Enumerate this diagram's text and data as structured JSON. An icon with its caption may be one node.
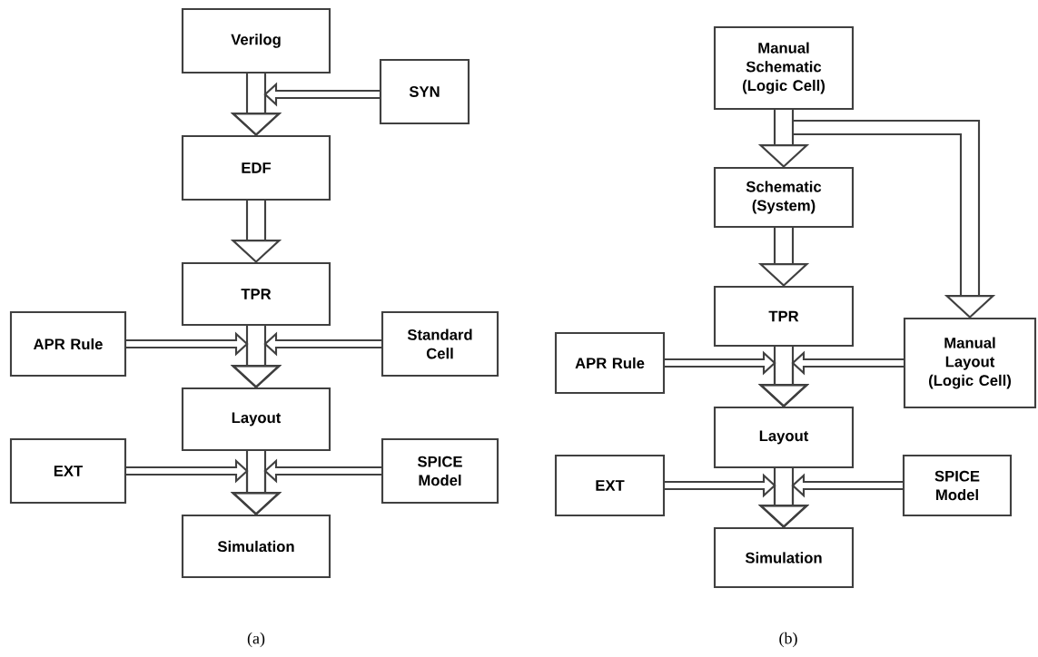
{
  "diagram": {
    "nodes": [
      {
        "text": [
          "Verilog"
        ]
      },
      {
        "text": [
          "SYN"
        ]
      },
      {
        "text": [
          "EDF"
        ]
      },
      {
        "text": [
          "TPR"
        ]
      },
      {
        "text": [
          "APR Rule"
        ]
      },
      {
        "text": [
          "Standard Cell"
        ]
      },
      {
        "text": [
          "Layout"
        ]
      },
      {
        "text": [
          "EXT"
        ]
      },
      {
        "text": [
          "SPICE Model"
        ]
      },
      {
        "text": [
          "Simulation"
        ]
      },
      {
        "text": [
          "Manual Schematic (Logic Cell)"
        ]
      },
      {
        "text": [
          "Schematic (System)"
        ]
      },
      {
        "text": [
          "TPR"
        ]
      },
      {
        "text": [
          "APR Rule"
        ]
      },
      {
        "text": [
          "Manual Layout (Logic Cell)"
        ]
      },
      {
        "text": [
          "Layout"
        ]
      },
      {
        "text": [
          "EXT"
        ]
      },
      {
        "text": [
          "SPICE Model"
        ]
      },
      {
        "text": [
          "Simulation"
        ]
      }
    ],
    "edges": [
      {
        "from": 0,
        "to": 2,
        "arrow": "to"
      },
      {
        "from": 1,
        "to": 2,
        "arrow": "to"
      },
      {
        "from": 2,
        "to": 3,
        "arrow": "to"
      },
      {
        "from": 3,
        "to": 6,
        "arrow": "to"
      },
      {
        "from": 4,
        "to": 6,
        "arrow": "to"
      },
      {
        "from": 5,
        "to": 6,
        "arrow": "to"
      },
      {
        "from": 6,
        "to": 9,
        "arrow": "to"
      },
      {
        "from": 7,
        "to": 9,
        "arrow": "to"
      },
      {
        "from": 8,
        "to": 9,
        "arrow": "to"
      },
      {
        "from": 10,
        "to": 11,
        "arrow": "to"
      },
      {
        "from": 10,
        "to": 14,
        "arrow": "to"
      },
      {
        "from": 11,
        "to": 12,
        "arrow": "to"
      },
      {
        "from": 12,
        "to": 15,
        "arrow": "to"
      },
      {
        "from": 13,
        "to": 15,
        "arrow": "to"
      },
      {
        "from": 14,
        "to": 15,
        "arrow": "to"
      },
      {
        "from": 15,
        "to": 18,
        "arrow": "to"
      },
      {
        "from": 16,
        "to": 18,
        "arrow": "to"
      },
      {
        "from": 17,
        "to": 18,
        "arrow": "to"
      }
    ],
    "labels": [
      "(a)",
      "(b)"
    ]
  }
}
